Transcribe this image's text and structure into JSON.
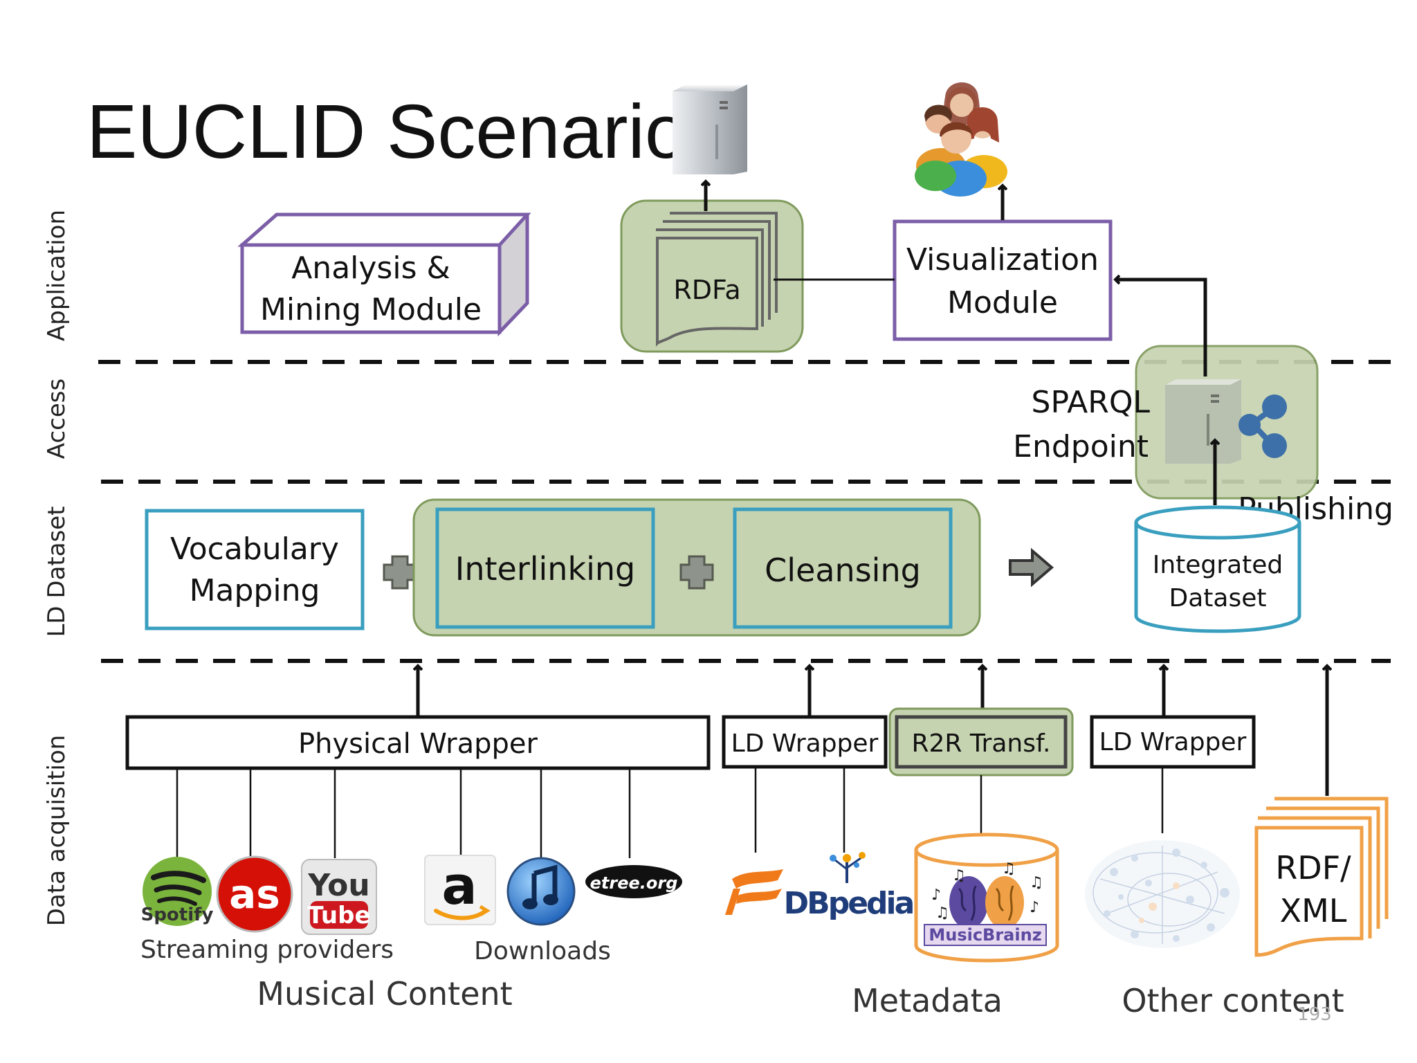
{
  "slide": {
    "title": "EUCLID Scenario",
    "page_number": "193"
  },
  "layers": {
    "application": "Application",
    "access": "Access",
    "ld_dataset": "LD Dataset",
    "data_acquisition": "Data acquisition"
  },
  "application": {
    "analysis_line1": "Analysis &",
    "analysis_line2": "Mining Module",
    "rdfa": "RDFa",
    "visualization_line1": "Visualization",
    "visualization_line2": "Module"
  },
  "access": {
    "sparql_line1": "SPARQL",
    "sparql_line2": "Endpoint",
    "publishing": "Publishing"
  },
  "ld_dataset": {
    "vocab_line1": "Vocabulary",
    "vocab_line2": "Mapping",
    "interlinking": "Interlinking",
    "cleansing": "Cleansing",
    "integrated_line1": "Integrated",
    "integrated_line2": "Dataset"
  },
  "acquisition": {
    "physical_wrapper": "Physical Wrapper",
    "ld_wrapper_1": "LD Wrapper",
    "r2r": "R2R Transf.",
    "ld_wrapper_2": "LD Wrapper",
    "rdf_xml_line1": "RDF/",
    "rdf_xml_line2": "XML"
  },
  "sources": {
    "spotify": "Spotify",
    "lastfm": "as",
    "youtube_you": "You",
    "youtube_tube": "Tube",
    "amazon": "a",
    "etree": "etree.org",
    "dbpedia": "DBpedia",
    "musicbrainz": "MusicBrainz",
    "streaming_providers": "Streaming providers",
    "downloads": "Downloads",
    "musical_content": "Musical Content",
    "metadata": "Metadata",
    "other_content": "Other content"
  },
  "colors": {
    "purple": "#7b5ea7",
    "teal": "#3a9fbf",
    "green_fill": "#c6d3b0",
    "green_stroke": "#7f9a5c",
    "orange": "#f0a046"
  }
}
